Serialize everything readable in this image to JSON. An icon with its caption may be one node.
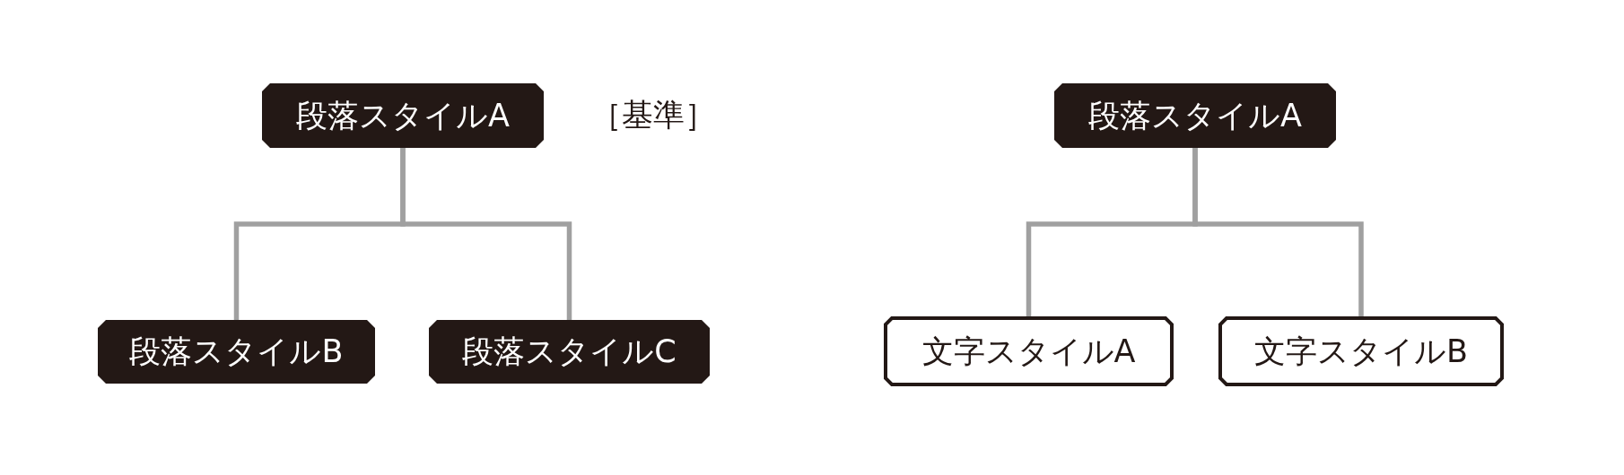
{
  "diagram": {
    "nodes": [
      {
        "text": [
          "段落スタイルA"
        ],
        "beside": [
          "［基準］"
        ]
      },
      {
        "text": [
          "段落スタイルB"
        ]
      },
      {
        "text": [
          "段落スタイルC"
        ]
      },
      {
        "text": [
          "段落スタイルA"
        ]
      },
      {
        "text": [
          "文字スタイルA"
        ]
      },
      {
        "text": [
          "文字スタイルB"
        ]
      }
    ],
    "edges": [
      {
        "from": 0,
        "to": 1,
        "arrow": "none"
      },
      {
        "from": 0,
        "to": 2,
        "arrow": "none"
      },
      {
        "from": 3,
        "to": 4,
        "arrow": "none"
      },
      {
        "from": 3,
        "to": 5,
        "arrow": "none"
      }
    ]
  }
}
